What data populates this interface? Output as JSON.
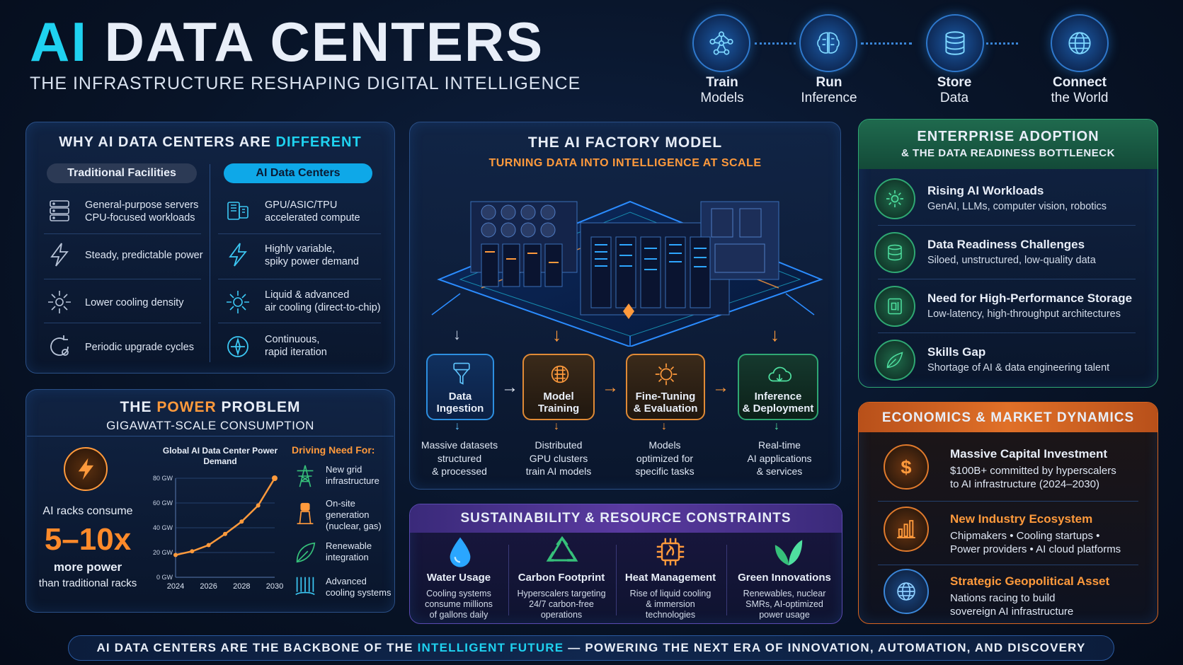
{
  "header": {
    "title_ai": "AI",
    "title_rest": " DATA CENTERS",
    "subtitle": "THE INFRASTRUCTURE RESHAPING DIGITAL INTELLIGENCE",
    "pillars": [
      {
        "line1": "Train",
        "line2": "Models",
        "icon": "network-icon"
      },
      {
        "line1": "Run",
        "line2": "Inference",
        "icon": "brain-icon"
      },
      {
        "line1": "Store",
        "line2": "Data",
        "icon": "database-icon"
      },
      {
        "line1": "Connect",
        "line2": "the World",
        "icon": "globe-icon"
      }
    ]
  },
  "why": {
    "title_a": "WHY AI DATA CENTERS ARE ",
    "title_b": "DIFFERENT",
    "col_traditional": "Traditional Facilities",
    "col_ai": "AI Data Centers",
    "rows": [
      {
        "trad_1": "General-purpose servers",
        "trad_2": "CPU-focused workloads",
        "ai_1": "GPU/ASIC/TPU",
        "ai_2": "accelerated compute"
      },
      {
        "trad_1": "Steady, predictable power",
        "trad_2": "",
        "ai_1": "Highly variable,",
        "ai_2": "spiky power demand"
      },
      {
        "trad_1": "Lower cooling density",
        "trad_2": "",
        "ai_1": "Liquid & advanced",
        "ai_2": "air cooling (direct-to-chip)"
      },
      {
        "trad_1": "Periodic upgrade cycles",
        "trad_2": "",
        "ai_1": "Continuous,",
        "ai_2": "rapid iteration"
      }
    ]
  },
  "power": {
    "title_a": "THE ",
    "title_b": "POWER",
    "title_c": " PROBLEM",
    "subtitle": "GIGAWATT-SCALE CONSUMPTION",
    "consume_label": "AI racks consume",
    "multiplier": "5–10x",
    "more_power": "more power",
    "than": "than traditional racks",
    "driving_title": "Driving Need For:",
    "drivers": [
      {
        "line1": "New grid",
        "line2": "infrastructure",
        "line3": ""
      },
      {
        "line1": "On-site",
        "line2": "generation",
        "line3": "(nuclear, gas)"
      },
      {
        "line1": "Renewable",
        "line2": "integration",
        "line3": ""
      },
      {
        "line1": "Advanced",
        "line2": "cooling systems",
        "line3": ""
      }
    ]
  },
  "chart_data": {
    "type": "line",
    "title": "Global AI Data Center Power Demand",
    "x": [
      2024,
      2025,
      2026,
      2027,
      2028,
      2029,
      2030
    ],
    "values": [
      18,
      21,
      26,
      35,
      45,
      58,
      80
    ],
    "xticks": [
      "2024",
      "2026",
      "2028",
      "2030"
    ],
    "yticks": [
      "80 GW",
      "60 GW",
      "40 GW",
      "20 GW",
      "0 GW"
    ],
    "ylim": [
      0,
      80
    ],
    "xlim": [
      2024,
      2030
    ],
    "color": "#ff9a3c"
  },
  "factory": {
    "title": "THE AI FACTORY MODEL",
    "subtitle": "TURNING DATA INTO INTELLIGENCE AT SCALE",
    "steps": [
      {
        "l1": "Data",
        "l2": "Ingestion",
        "d1": "Massive datasets",
        "d2": "structured",
        "d3": "& processed"
      },
      {
        "l1": "Model",
        "l2": "Training",
        "d1": "Distributed",
        "d2": "GPU clusters",
        "d3": "train AI models"
      },
      {
        "l1": "Fine-Tuning",
        "l2": "& Evaluation",
        "d1": "Models",
        "d2": "optimized for",
        "d3": "specific tasks"
      },
      {
        "l1": "Inference",
        "l2": "& Deployment",
        "d1": "Real-time",
        "d2": "AI applications",
        "d3": "& services"
      }
    ]
  },
  "sustainability": {
    "title": "SUSTAINABILITY & RESOURCE CONSTRAINTS",
    "items": [
      {
        "title": "Water Usage",
        "s1": "Cooling systems",
        "s2": "consume millions",
        "s3": "of gallons daily"
      },
      {
        "title": "Carbon Footprint",
        "s1": "Hyperscalers targeting",
        "s2": "24/7 carbon-free",
        "s3": "operations"
      },
      {
        "title": "Heat Management",
        "s1": "Rise of liquid cooling",
        "s2": "& immersion",
        "s3": "technologies"
      },
      {
        "title": "Green Innovations",
        "s1": "Renewables, nuclear",
        "s2": "SMRs, AI-optimized",
        "s3": "power usage"
      }
    ]
  },
  "enterprise": {
    "title": "ENTERPRISE ADOPTION",
    "subtitle": "& THE DATA READINESS BOTTLENECK",
    "items": [
      {
        "title": "Rising AI Workloads",
        "sub": "GenAI, LLMs, computer vision, robotics"
      },
      {
        "title": "Data Readiness Challenges",
        "sub": "Siloed, unstructured, low-quality data"
      },
      {
        "title": "Need for High-Performance Storage",
        "sub": "Low-latency, high-throughput architectures"
      },
      {
        "title": "Skills Gap",
        "sub": "Shortage of AI & data engineering talent"
      }
    ]
  },
  "economics": {
    "title": "ECONOMICS & MARKET DYNAMICS",
    "items": [
      {
        "title": "Massive Capital Investment",
        "s1": "$100B+ committed by hyperscalers",
        "s2": "to AI infrastructure (2024–2030)"
      },
      {
        "title": "New Industry Ecosystem",
        "s1": "Chipmakers • Cooling startups •",
        "s2": "Power providers • AI cloud platforms"
      },
      {
        "title": "Strategic Geopolitical Asset",
        "s1": "Nations racing to build",
        "s2": "sovereign AI infrastructure"
      }
    ]
  },
  "footer": {
    "a": "AI DATA CENTERS ARE THE BACKBONE OF THE ",
    "b": "INTELLIGENT FUTURE",
    "c": "  —  POWERING THE NEXT ERA OF INNOVATION, AUTOMATION, AND DISCOVERY"
  },
  "colors": {
    "accent_cyan": "#1fd2f0",
    "accent_orange": "#ff9a3c",
    "enterprise_green": "#1d5a45",
    "economics_orange": "#d8641f",
    "sustain_purple": "#3a2a7a"
  }
}
